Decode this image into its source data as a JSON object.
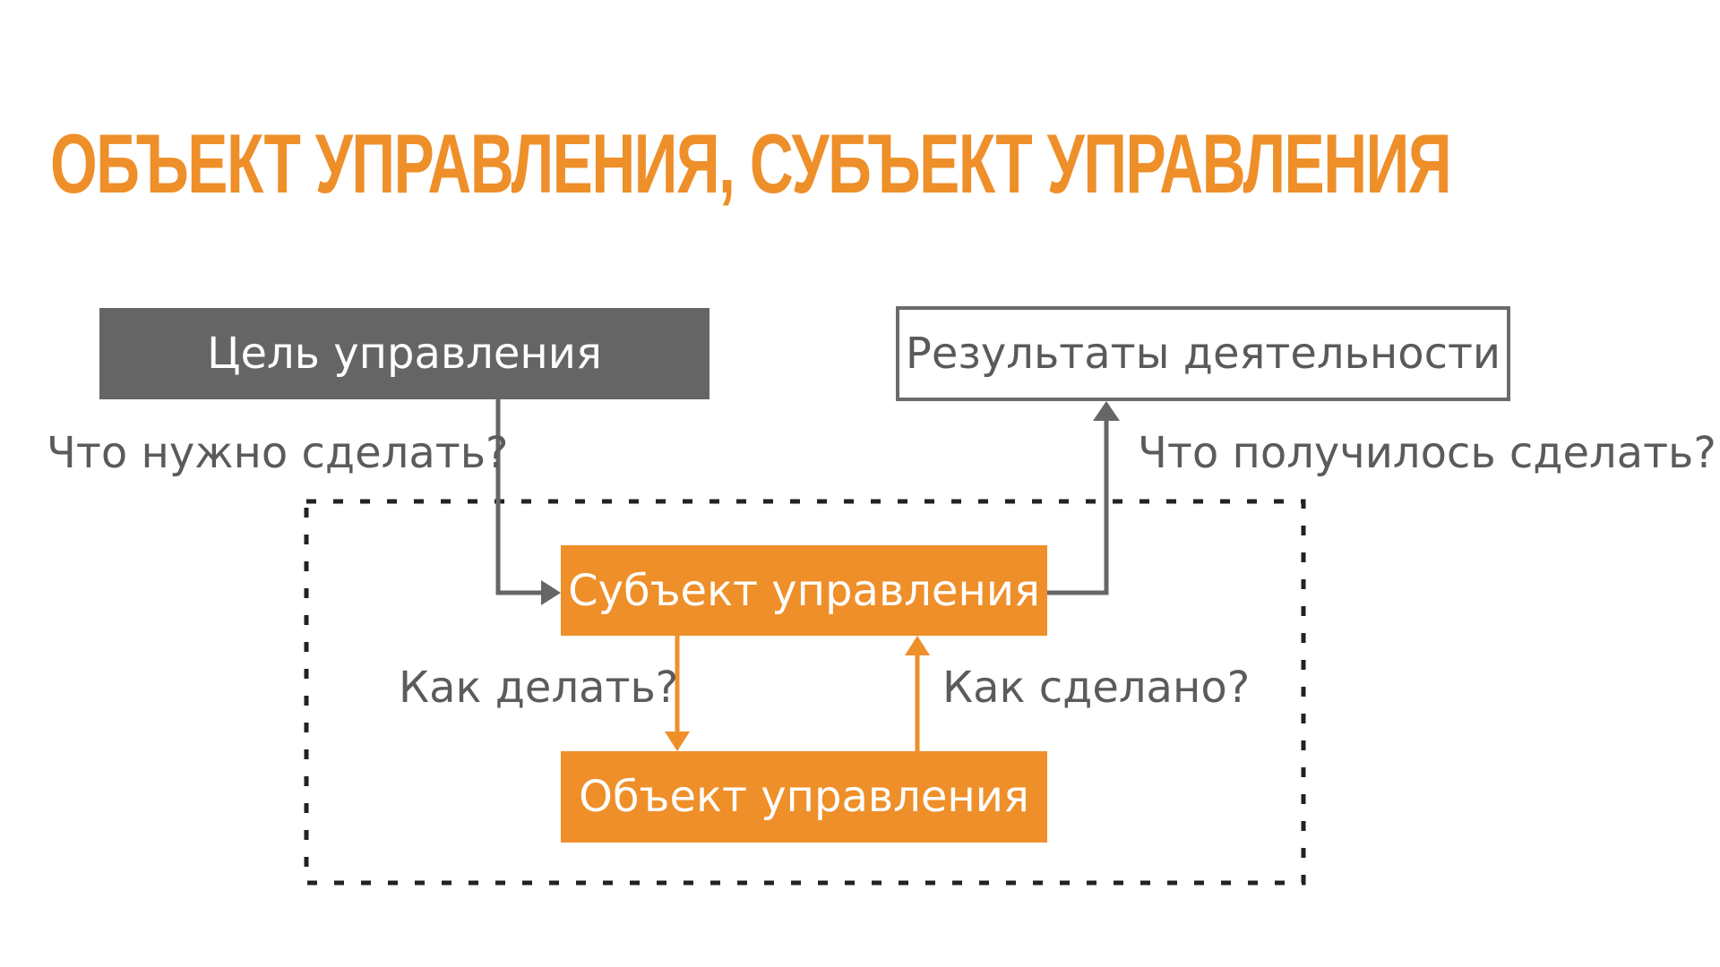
{
  "slide": {
    "title": "Объект управления, субъект управления"
  },
  "diagram": {
    "goal_box": {
      "label": "Цель управления"
    },
    "results_box": {
      "label": "Результаты деятельности"
    },
    "subject_box": {
      "label": "Субъект управления"
    },
    "object_box": {
      "label": "Объект управления"
    },
    "labels": {
      "what_to_do": "Что нужно сделать?",
      "what_done": "Что получилось сделать?",
      "how_to_do": "Как делать?",
      "how_done": "Как сделано?"
    }
  },
  "colors": {
    "accent": "#ee8f2a",
    "dark_box": "#656565",
    "connector_gray": "#666666",
    "text_gray": "#5b5b5b",
    "dotted_border": "#222222"
  }
}
